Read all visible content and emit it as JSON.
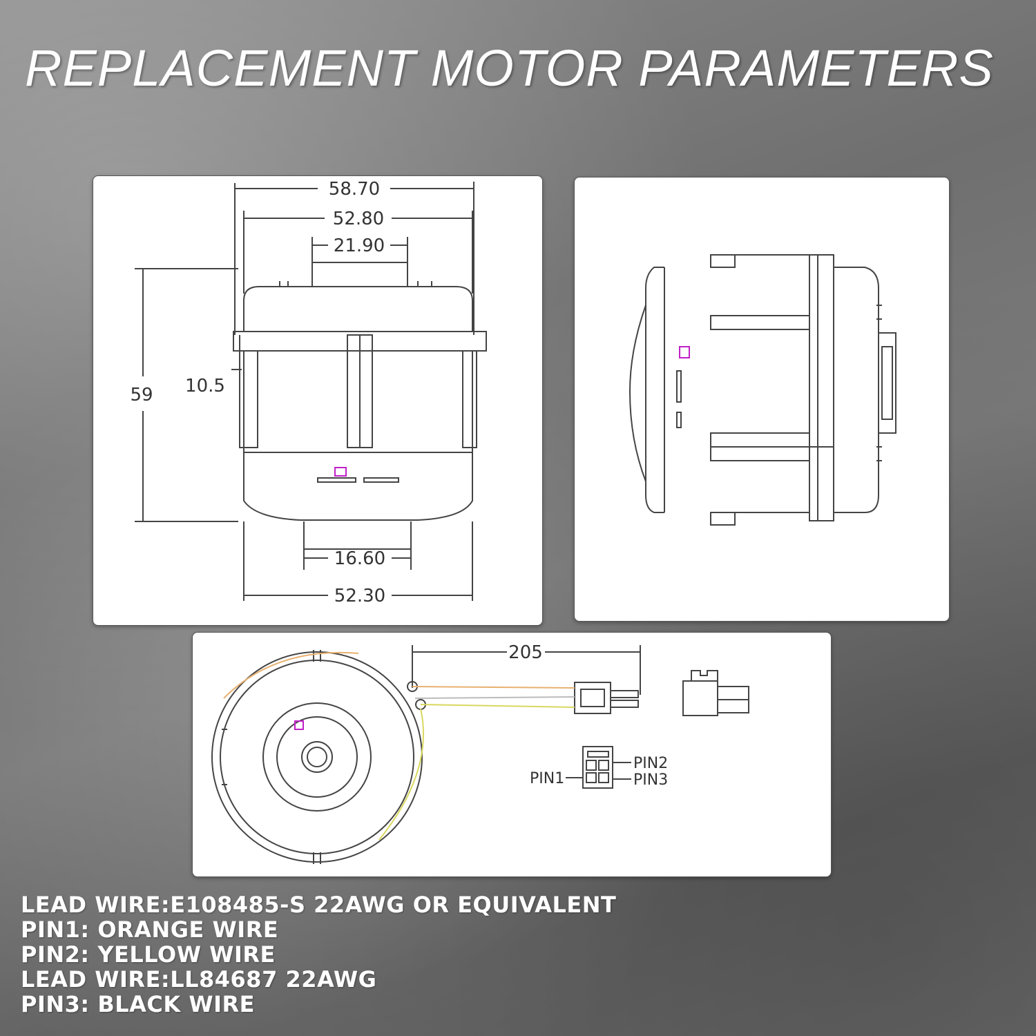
{
  "title": "REPLACEMENT MOTOR PARAMETERS",
  "front_view": {
    "dim_top_outer": "58.70",
    "dim_top_mid": "52.80",
    "dim_top_inner": "21.90",
    "dim_height": "59",
    "dim_flange": "10.5",
    "dim_bottom_hub": "16.60",
    "dim_bottom_body": "52.30"
  },
  "top_view": {
    "dim_lead_length": "205",
    "pin1": "PIN1",
    "pin2": "PIN2",
    "pin3": "PIN3"
  },
  "specs": [
    "LEAD WIRE:E108485-S 22AWG OR EQUIVALENT",
    "PIN1: ORANGE WIRE",
    "PIN2: YELLOW WIRE",
    "LEAD WIRE:LL84687 22AWG",
    "PIN3: BLACK WIRE"
  ],
  "colors": {
    "line": "#444444",
    "marker": "#c020c8",
    "wire_orange": "#e8b070",
    "wire_yellow": "#d8d860"
  }
}
